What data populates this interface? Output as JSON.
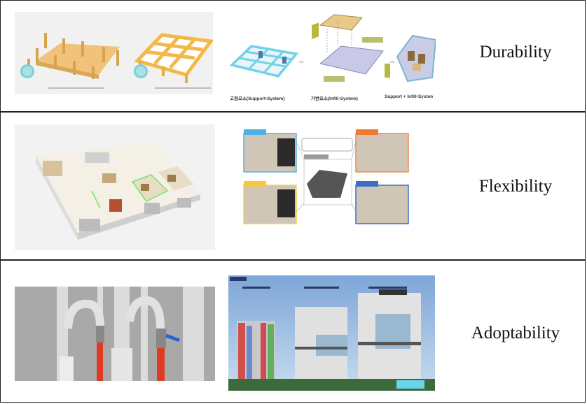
{
  "figure": {
    "rows": [
      {
        "label": "Durability",
        "left_image": {
          "description": "Slab with columns vs. beam frame structure diagrams",
          "badges": [
            "",
            ""
          ],
          "captions": [
            "",
            ""
          ]
        },
        "right_image": {
          "description": "Support system + infill system = combined diagram",
          "captions": [
            "고정요소(Support-System)",
            "가변요소(Infill-System)",
            "Support + Infill-Systen"
          ],
          "operators": [
            "⇨",
            "⇨"
          ]
        }
      },
      {
        "label": "Flexibility",
        "left_image": {
          "description": "3D cutaway apartment unit floor plan"
        },
        "right_image": {
          "description": "Flexible unit layout variants around a base plan"
        }
      },
      {
        "label": "Adoptability",
        "left_image": {
          "description": "Exposed plumbing pipes with red and blue supply lines"
        },
        "right_image": {
          "description": "Apartment tower elevations showing remodeling phases"
        }
      }
    ],
    "colors": {
      "border": "#222222",
      "slab_orange": "#f0c070",
      "frame_cyan": "#7fd4e8",
      "sky_blue": "#8fb4dc"
    }
  }
}
